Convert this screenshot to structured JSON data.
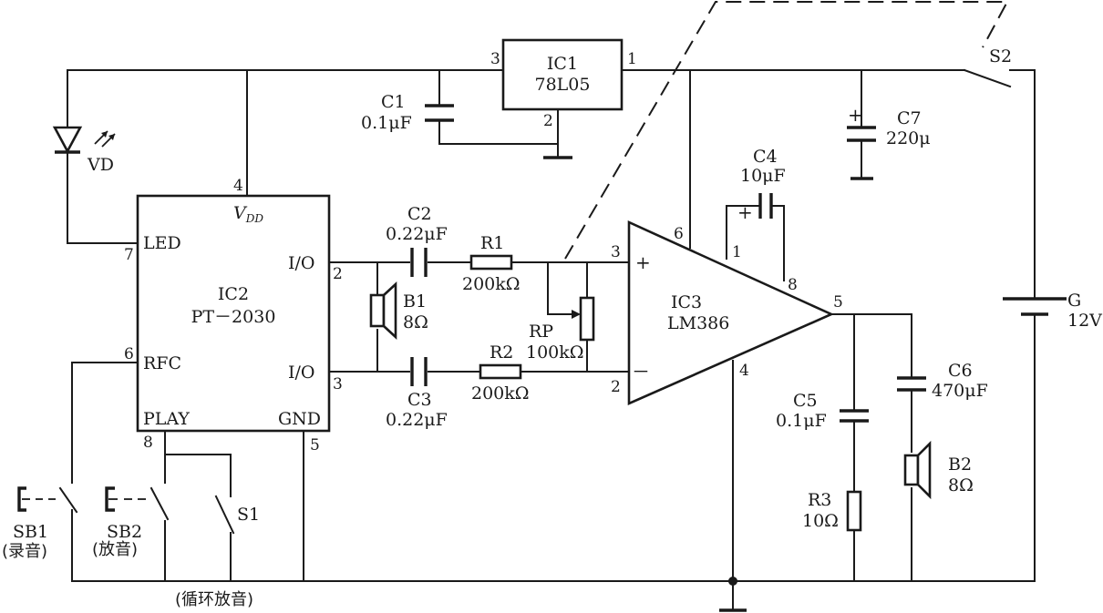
{
  "ic1": {
    "name": "IC1",
    "part": "78L05",
    "pin_in": "3",
    "pin_out": "1",
    "pin_gnd": "2"
  },
  "ic2": {
    "name": "IC2",
    "part": "PT－2030",
    "vdd": "V",
    "vdd_sub": "DD",
    "led": "LED",
    "rfc": "RFC",
    "play": "PLAY",
    "gnd": "GND",
    "io1": "I/O",
    "io2": "I/O",
    "pin_vdd": "4",
    "pin_led": "7",
    "pin_rfc": "6",
    "pin_play": "8",
    "pin_gnd": "5",
    "pin_io1": "2",
    "pin_io2": "3"
  },
  "ic3": {
    "name": "IC3",
    "part": "LM386",
    "plus": "+",
    "minus": "－",
    "pin_in_plus": "3",
    "pin_in_minus": "2",
    "pin_vs": "6",
    "pin_g1": "1",
    "pin_g8": "8",
    "pin_out": "5",
    "pin_gnd": "4"
  },
  "c1": {
    "name": "C1",
    "value": "0.1μF"
  },
  "c2": {
    "name": "C2",
    "value": "0.22μF"
  },
  "c3": {
    "name": "C3",
    "value": "0.22μF"
  },
  "c4": {
    "name": "C4",
    "value": "10μF",
    "plus": "+"
  },
  "c5": {
    "name": "C5",
    "value": "0.1μF"
  },
  "c6": {
    "name": "C6",
    "value": "470μF"
  },
  "c7": {
    "name": "C7",
    "value": "220μ",
    "plus": "+"
  },
  "r1": {
    "name": "R1",
    "value": "200kΩ"
  },
  "r2": {
    "name": "R2",
    "value": "200kΩ"
  },
  "r3": {
    "name": "R3",
    "value": "10Ω"
  },
  "rp": {
    "name": "RP",
    "value": "100kΩ"
  },
  "b1": {
    "name": "B1",
    "value": "8Ω"
  },
  "b2": {
    "name": "B2",
    "value": "8Ω"
  },
  "vd": {
    "name": "VD"
  },
  "g": {
    "name": "G",
    "value": "12V"
  },
  "s1": {
    "name": "S1"
  },
  "s2": {
    "name": "S2"
  },
  "sb1": {
    "name": "SB1",
    "desc": "(录音)"
  },
  "sb2": {
    "name": "SB2",
    "desc": "(放音)"
  },
  "loop_label": "(循环放音)"
}
